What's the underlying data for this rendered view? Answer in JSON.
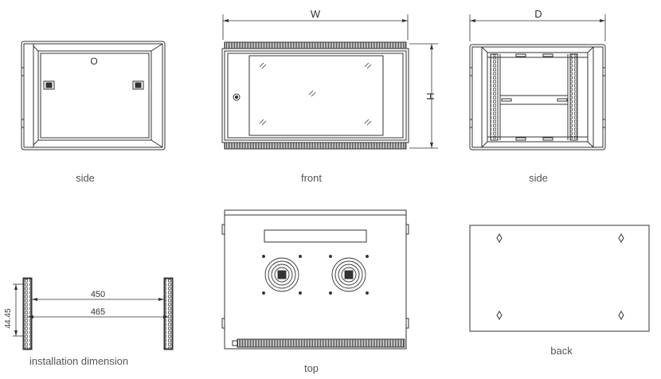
{
  "drawing": {
    "line_color": "#333333",
    "label_color": "#555555",
    "views": {
      "side_left": {
        "label": "side",
        "marker": "O"
      },
      "front": {
        "label": "front",
        "width_dim": "W",
        "height_dim": "H"
      },
      "side_right": {
        "label": "side",
        "depth_dim": "D"
      },
      "installation": {
        "label": "installation dimension",
        "dim_450": "450",
        "dim_465": "465",
        "dim_unit": "44.45"
      },
      "top": {
        "label": "top"
      },
      "back": {
        "label": "back"
      }
    }
  }
}
